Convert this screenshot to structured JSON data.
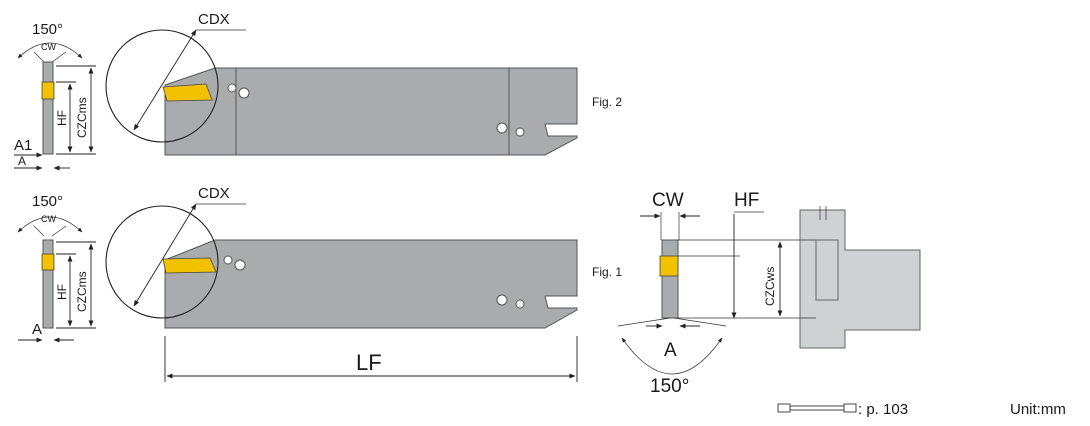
{
  "labels": {
    "angle": "150°",
    "cw": "CW",
    "hf": "HF",
    "czcms": "CZCms",
    "czcws": "CZCws",
    "a1": "A1",
    "a": "A",
    "cdx": "CDX",
    "lf": "LF",
    "fig1": "Fig. 1",
    "fig2": "Fig. 2"
  },
  "footer": {
    "page_ref": ": p. 103",
    "unit": "Unit:mm"
  },
  "colors": {
    "holder_body": "#a9abad",
    "insert": "#f2c100"
  }
}
